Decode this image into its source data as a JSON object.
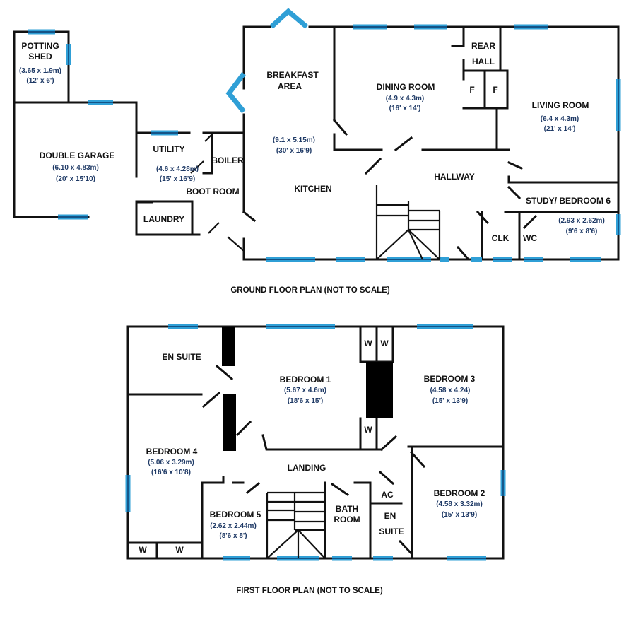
{
  "ground_floor": {
    "caption": "GROUND FLOOR PLAN (NOT TO SCALE)",
    "rooms": {
      "potting_shed": {
        "name_1": "POTTING",
        "name_2": "SHED",
        "metric": "(3.65 x 1.9m)",
        "imperial": "(12' x 6')"
      },
      "double_garage": {
        "name": "DOUBLE GARAGE",
        "metric": "(6.10 x 4.83m)",
        "imperial": "(20' x 15'10)"
      },
      "utility": {
        "name": "UTILITY",
        "metric": "(4.6 x 4.28m)",
        "imperial": "(15' x 16'9)"
      },
      "boiler": {
        "name": "BOILER"
      },
      "boot_room": {
        "name": "BOOT ROOM"
      },
      "laundry": {
        "name": "LAUNDRY"
      },
      "breakfast_area": {
        "name_1": "BREAKFAST",
        "name_2": "AREA"
      },
      "kitchen": {
        "name": "KITCHEN",
        "metric": "(9.1 x 5.15m)",
        "imperial": "(30' x 16'9)"
      },
      "dining_room": {
        "name": "DINING ROOM",
        "metric": "(4.9 x 4.3m)",
        "imperial": "(16' x 14')"
      },
      "rear_hall": {
        "name_1": "REAR",
        "name_2": "HALL"
      },
      "cupboard": {
        "label": "F"
      },
      "living_room": {
        "name": "LIVING ROOM",
        "metric": "(6.4 x 4.3m)",
        "imperial": "(21' x 14')"
      },
      "hallway": {
        "name": "HALLWAY"
      },
      "study": {
        "name": "STUDY/ BEDROOM 6",
        "metric": "(2.93 x 2.62m)",
        "imperial": "(9'6 x 8'6)"
      },
      "cloakroom": {
        "name": "CLK"
      },
      "wc": {
        "name": "WC"
      }
    }
  },
  "first_floor": {
    "caption": "FIRST FLOOR PLAN (NOT TO SCALE)",
    "rooms": {
      "en_suite_1": {
        "name": "EN SUITE"
      },
      "bedroom_1": {
        "name": "BEDROOM 1",
        "metric": "(5.67 x 4.6m)",
        "imperial": "(18'6 x 15')"
      },
      "bedroom_3": {
        "name": "BEDROOM 3",
        "metric": "(4.58 x 4.24)",
        "imperial": "(15' x 13'9)"
      },
      "bedroom_4": {
        "name": "BEDROOM 4",
        "metric": "(5.06 x 3.29m)",
        "imperial": "(16'6 x 10'8)"
      },
      "bedroom_2": {
        "name": "BEDROOM 2",
        "metric": "(4.58 x 3.32m)",
        "imperial": "(15' x 13'9)"
      },
      "bedroom_5": {
        "name": "BEDROOM 5",
        "metric": "(2.62 x 2.44m)",
        "imperial": "(8'6 x 8')"
      },
      "landing": {
        "name": "LANDING"
      },
      "bathroom": {
        "name_1": "BATH",
        "name_2": "ROOM"
      },
      "airing_cupboard": {
        "name": "AC"
      },
      "en_suite_2": {
        "name_1": "EN",
        "name_2": "SUITE"
      },
      "wardrobe": {
        "label": "W"
      }
    }
  },
  "colors": {
    "window": "#2f9fd6",
    "dimension_text": "#1f3a66",
    "walls": "#111111"
  }
}
